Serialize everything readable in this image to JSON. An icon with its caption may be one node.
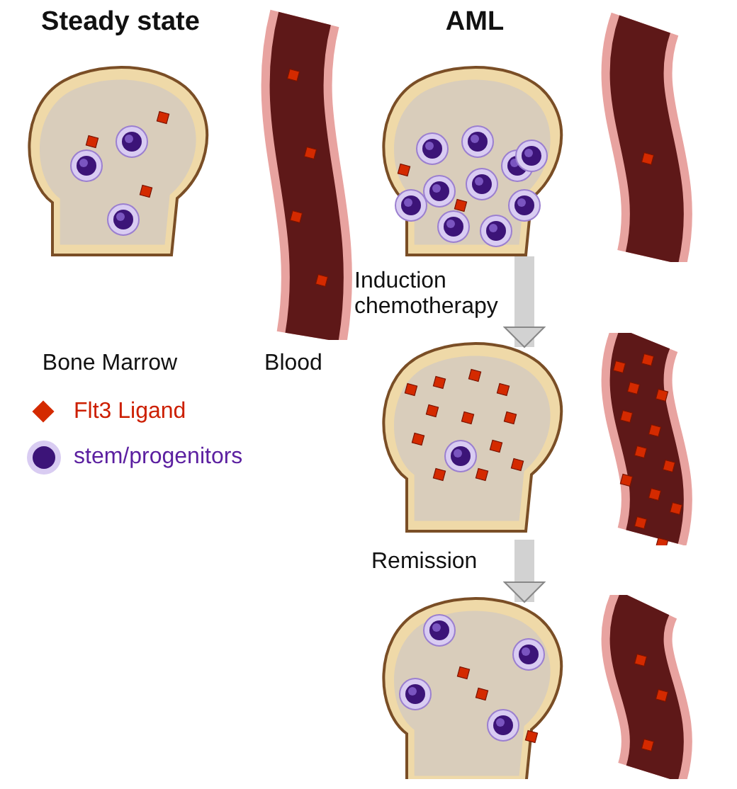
{
  "diagram": {
    "nodes": [
      {
        "text": [
          "Steady state"
        ]
      },
      {
        "text": [
          "AML"
        ]
      },
      {
        "text": [],
        "shape": "picture"
      },
      {
        "text": [],
        "shape": "picture"
      }
    ],
    "edges": [
      {
        "from": 1,
        "to": 2,
        "arrow": "to",
        "label": "Induction chemotherapy"
      },
      {
        "from": 2,
        "to": 3,
        "arrow": "to",
        "label": "Remission"
      }
    ],
    "labels": [
      "Bone Marrow",
      "Blood"
    ],
    "legend": [
      {
        "text": "Flt3 Ligand"
      },
      {
        "text": "stem/progenitors"
      }
    ]
  }
}
